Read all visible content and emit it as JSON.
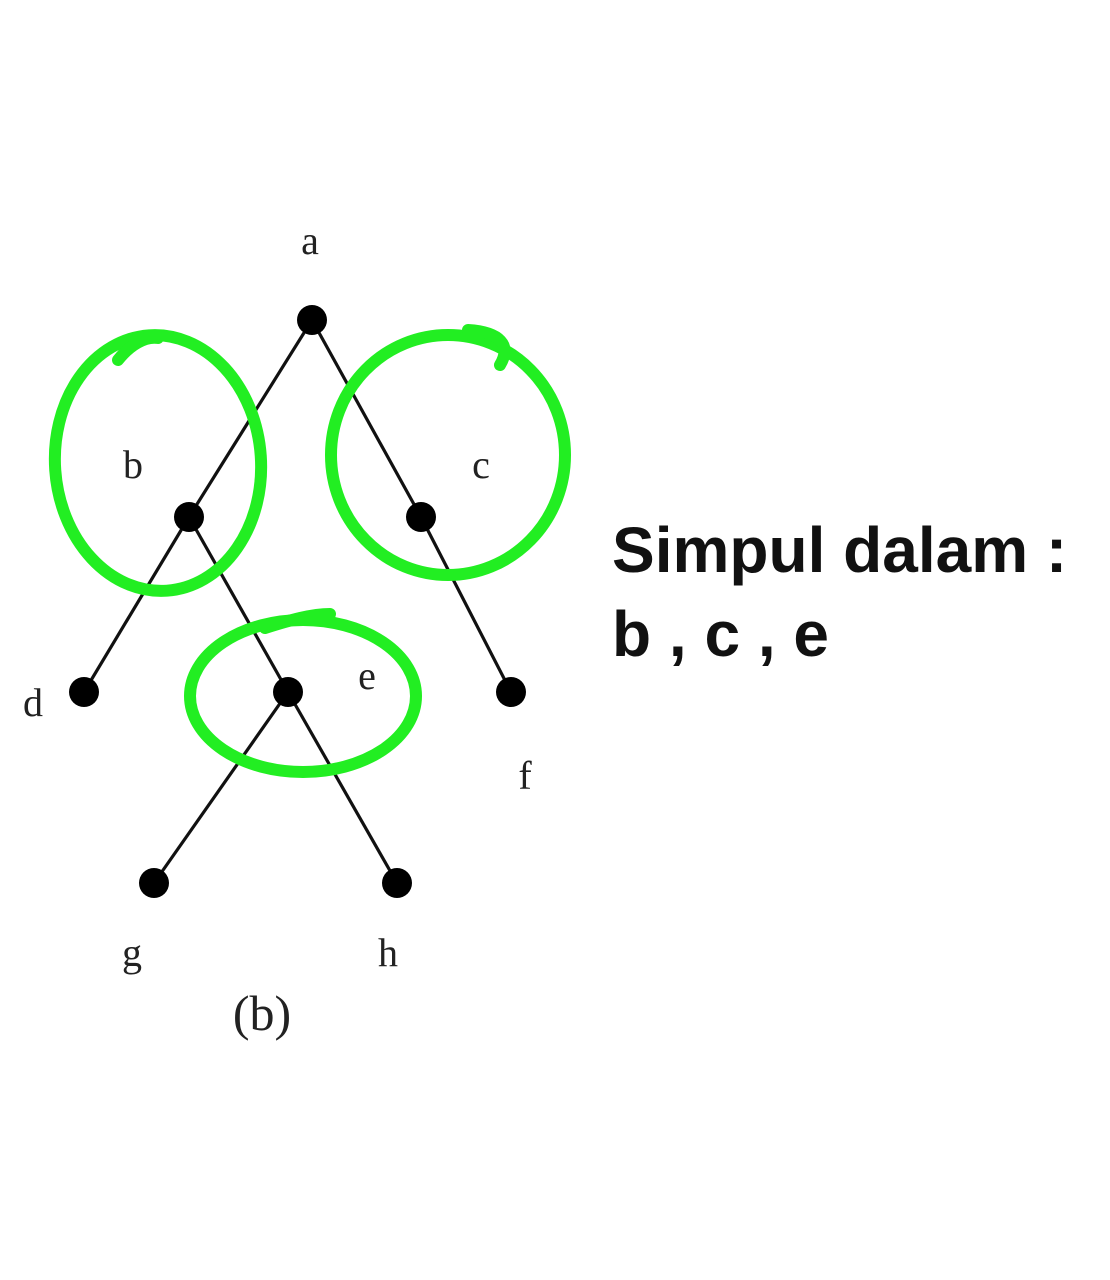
{
  "tree": {
    "nodes": [
      {
        "id": "a",
        "label": "a"
      },
      {
        "id": "b",
        "label": "b"
      },
      {
        "id": "c",
        "label": "c"
      },
      {
        "id": "d",
        "label": "d"
      },
      {
        "id": "e",
        "label": "e"
      },
      {
        "id": "f",
        "label": "f"
      },
      {
        "id": "g",
        "label": "g"
      },
      {
        "id": "h",
        "label": "h"
      }
    ],
    "edges": [
      [
        "a",
        "b"
      ],
      [
        "a",
        "c"
      ],
      [
        "b",
        "d"
      ],
      [
        "b",
        "e"
      ],
      [
        "c",
        "f"
      ],
      [
        "e",
        "g"
      ],
      [
        "e",
        "h"
      ]
    ],
    "highlighted": [
      "b",
      "c",
      "e"
    ],
    "caption": "(b)"
  },
  "annotation": {
    "line1": "Simpul dalam :",
    "line2": "b , c , e"
  },
  "colors": {
    "highlight": "#22ee22",
    "edge": "#111111",
    "node": "#000000"
  }
}
